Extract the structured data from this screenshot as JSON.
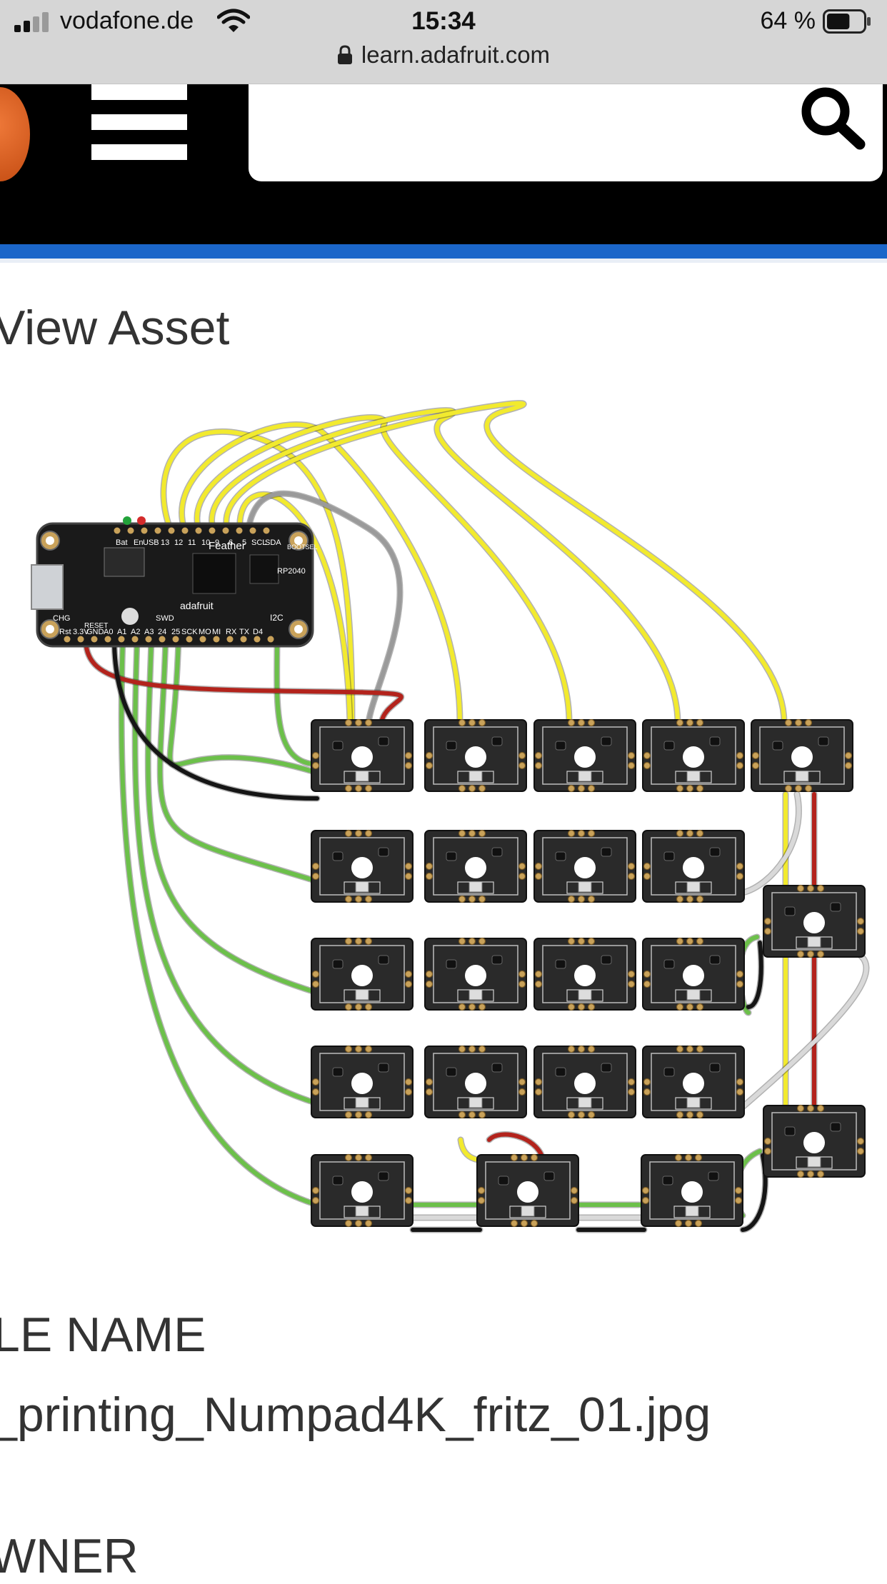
{
  "status_bar": {
    "carrier": "vodafone.de",
    "time": "15:34",
    "battery_percent": "64 %",
    "battery_level": 0.64,
    "icons": [
      "signal-icon",
      "wifi-icon",
      "battery-icon"
    ]
  },
  "address_bar": {
    "url": "learn.adafruit.com",
    "icon": "lock-icon"
  },
  "header": {
    "menu_icon": "hamburger-icon",
    "search_icon": "search-icon",
    "accent_color": "#1b66c9"
  },
  "page": {
    "title": "View Asset",
    "file_name_heading": "LE NAME",
    "file_name_value": "_printing_Numpad4K_fritz_01.jpg",
    "owner_heading": "WNER"
  },
  "diagram": {
    "board_labels_top": [
      "Bat",
      "En",
      "USB",
      "13",
      "12",
      "11",
      "10",
      "9",
      "6",
      "5",
      "SCL",
      "SDA"
    ],
    "board_labels_bottom": [
      "Rst",
      "3.3V",
      "GND",
      "A0",
      "A1",
      "A2",
      "A3",
      "24",
      "25",
      "SCK",
      "MO",
      "MI",
      "RX",
      "TX",
      "D4"
    ],
    "board_brand": "Feather",
    "board_chip": "RP2040",
    "board_misc": [
      "CHG",
      "RESET",
      "SWD",
      "I2C",
      "BOOTSEL",
      "adafruit"
    ],
    "wire_colors": {
      "data": "#f2ea2e",
      "column": "#6cc04a",
      "power": "#b3231c",
      "ground": "#151515",
      "neo": "#d9d9d9",
      "sig": "#9a9a9a"
    }
  }
}
